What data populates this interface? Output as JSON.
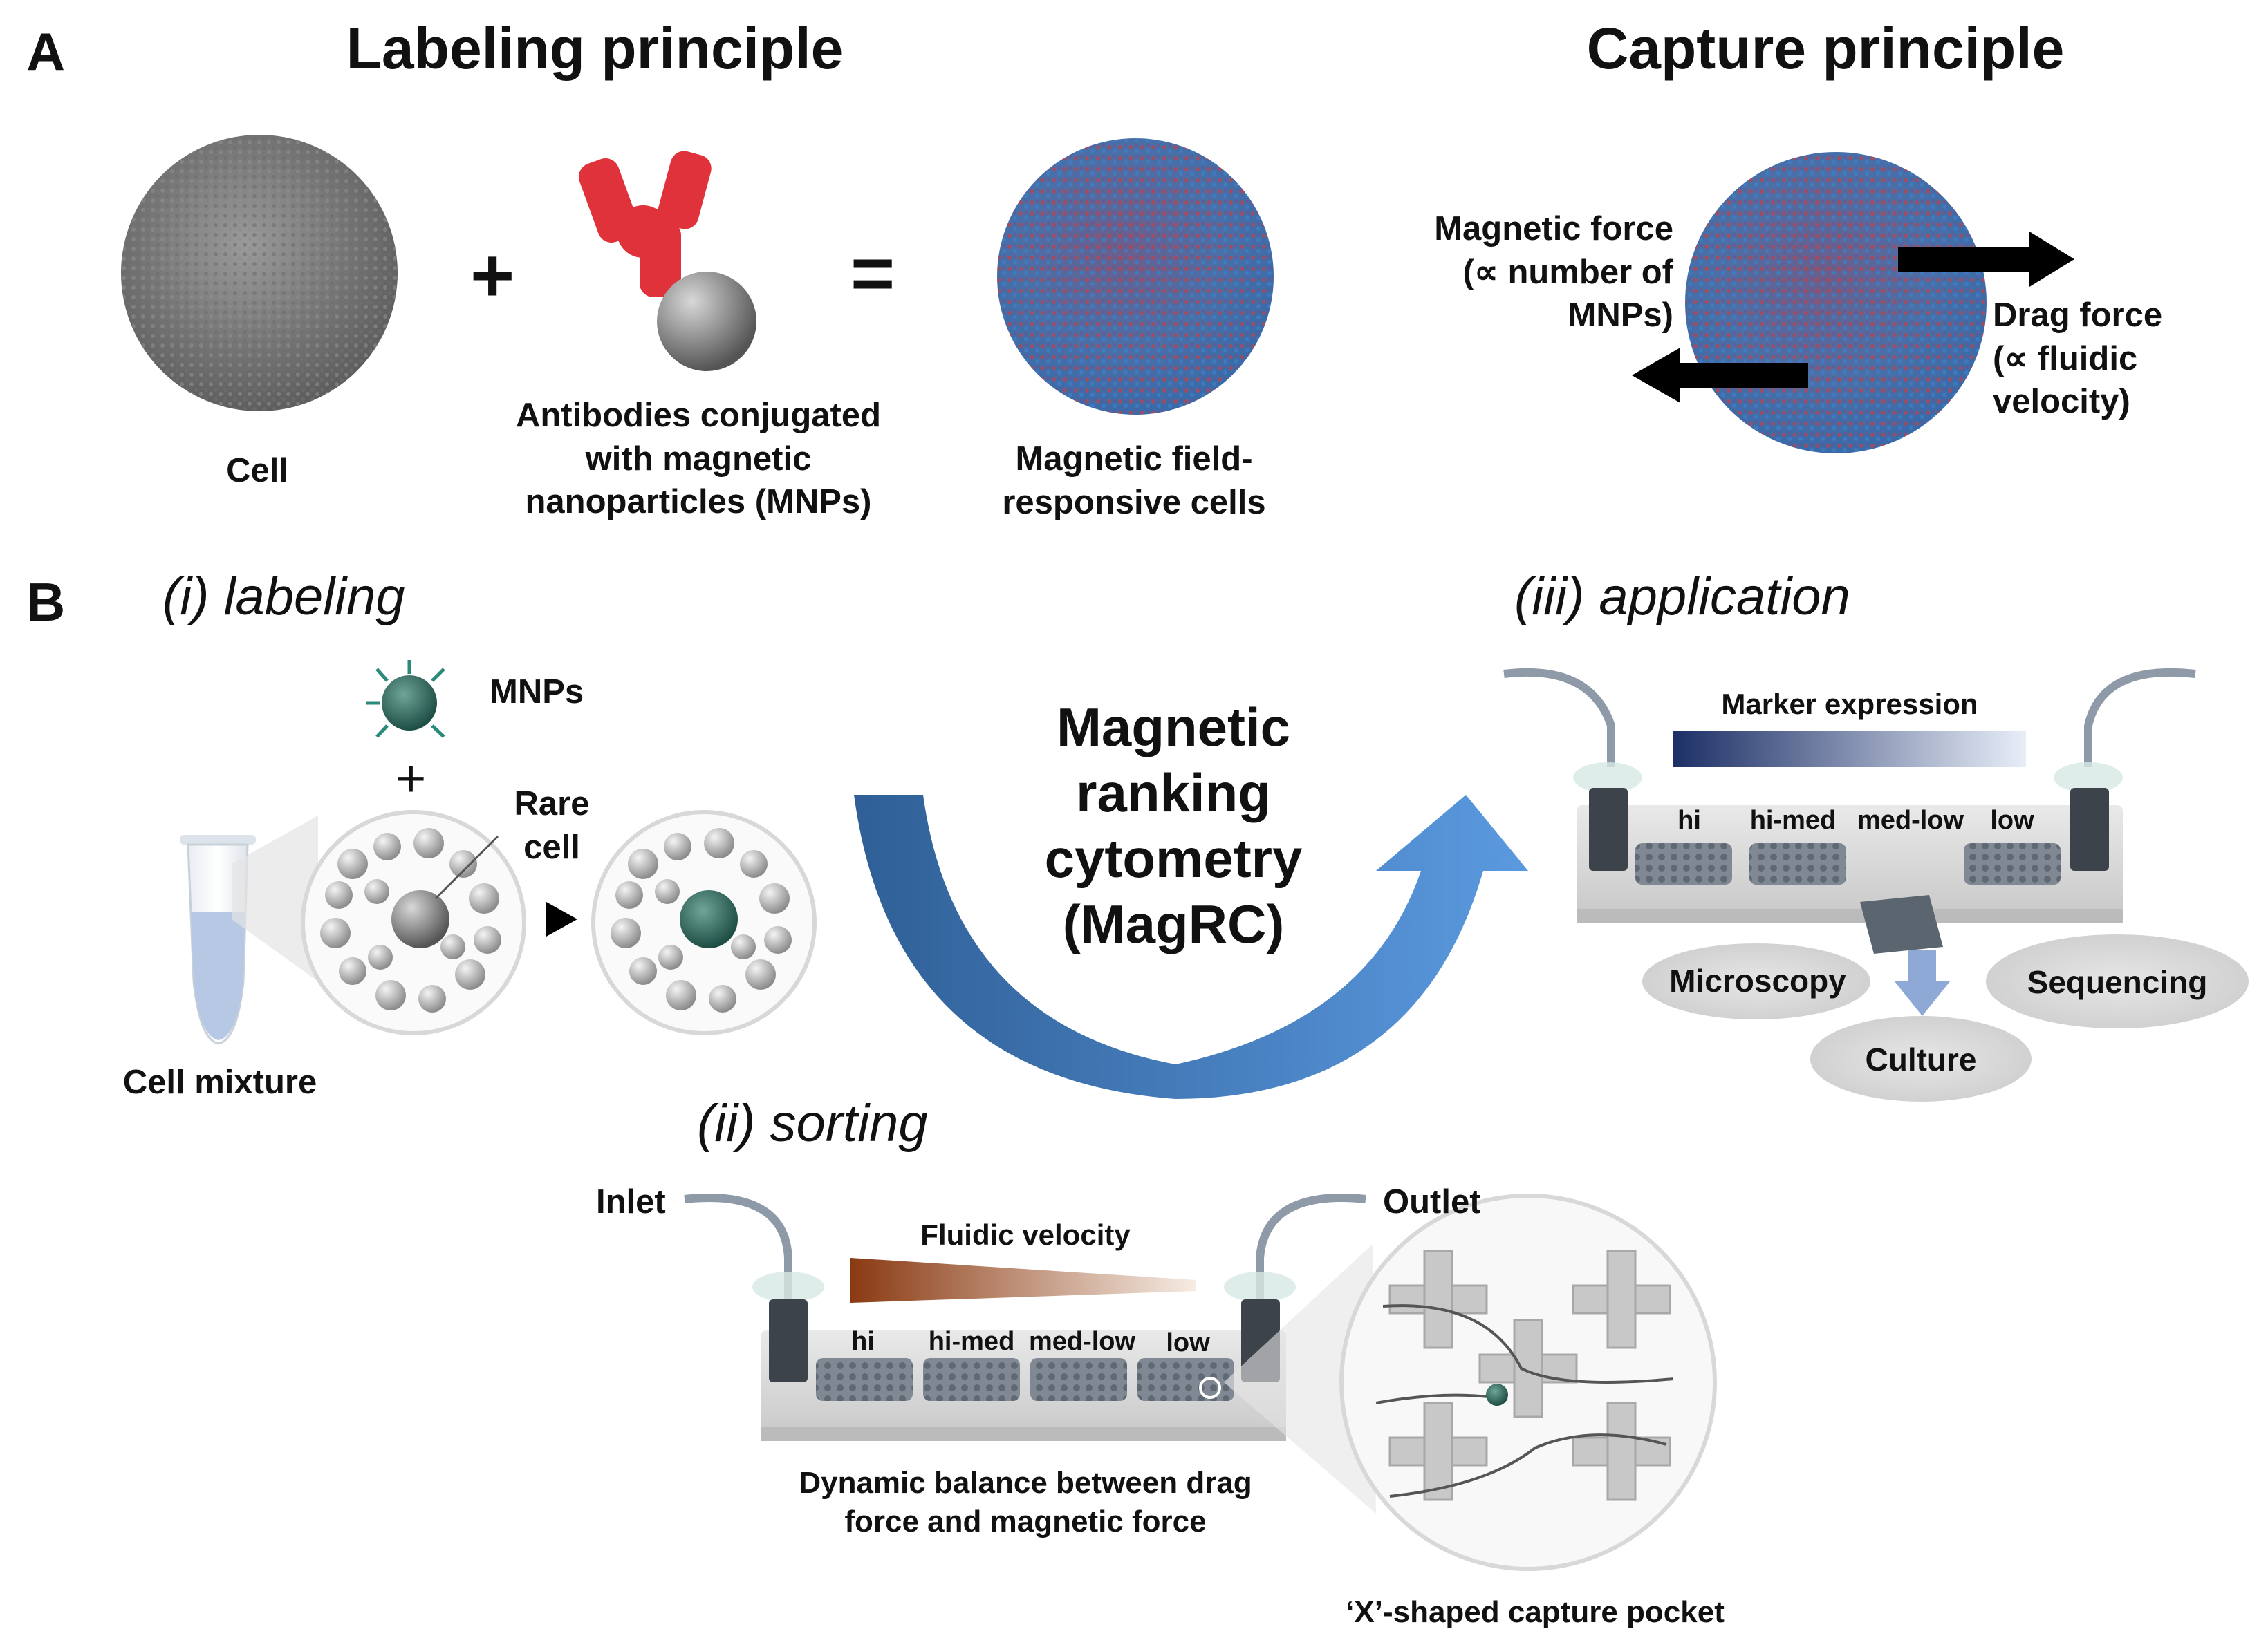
{
  "panel_a": {
    "letter": "A",
    "labeling_title": "Labeling principle",
    "capture_title": "Capture principle",
    "plus": "+",
    "equals": "=",
    "cell_label": "Cell",
    "antibody_label": "Antibodies conjugated\nwith magnetic\nnanoparticles (MNPs)",
    "responsive_label": "Magnetic field-\nresponsive cells",
    "magnetic_force_label": "Magnetic force\n(∝ number of\nMNPs)",
    "drag_force_label": "Drag force\n(∝ fluidic\nvelocity)"
  },
  "panel_b": {
    "letter": "B",
    "step_labeling": "(i) labeling",
    "step_application": "(iii) application",
    "step_sorting": "(ii) sorting",
    "mnps_label": "MNPs",
    "plus": "+",
    "rare_cell_label": "Rare\ncell",
    "cell_mixture_label": "Cell mixture",
    "magrc_title": "Magnetic\nranking\ncytometry\n(MagRC)",
    "marker_expression": "Marker expression",
    "zones": [
      "hi",
      "hi-med",
      "med-low",
      "low"
    ],
    "microscopy": "Microscopy",
    "sequencing": "Sequencing",
    "culture": "Culture",
    "inlet": "Inlet",
    "outlet": "Outlet",
    "fluidic_velocity": "Fluidic velocity",
    "dynamic_balance": "Dynamic balance between drag\nforce and magnetic force",
    "capture_pocket": "‘X’-shaped capture pocket"
  },
  "colors": {
    "cell_gray": "#7d7d7d",
    "antibody_red": "#e0323a",
    "labeled_blue": "#4a78b5",
    "labeled_red": "#b8434f",
    "arrow_blue": "#3f7fc6",
    "marker_navy": "#1c2f66",
    "velocity_brown": "#8a3a12"
  }
}
